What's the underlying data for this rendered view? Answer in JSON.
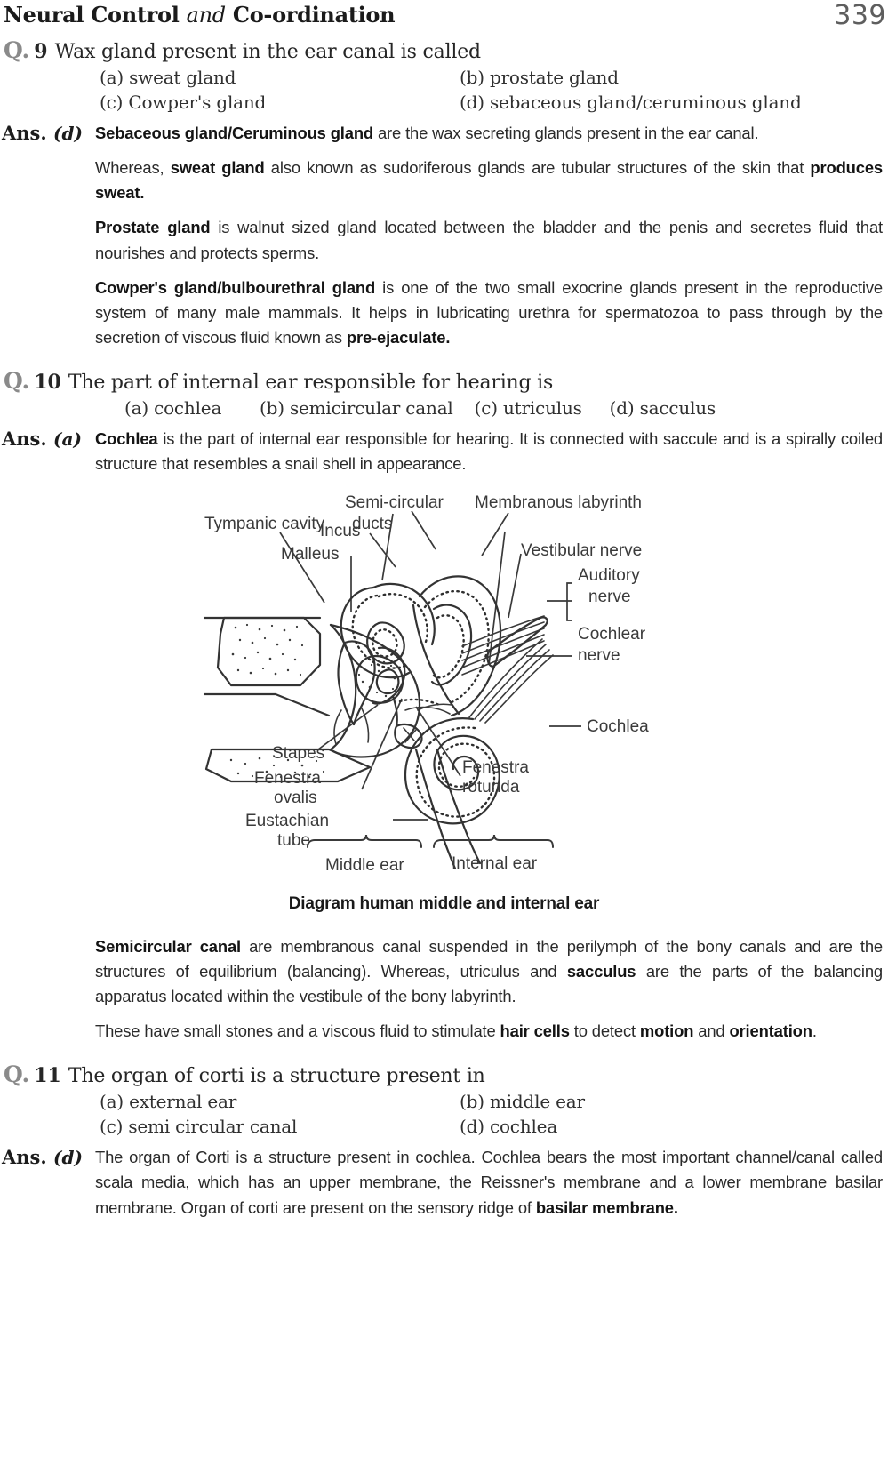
{
  "header": {
    "title_main": "Neural Control",
    "title_italic": "and",
    "title_tail": "Co-ordination",
    "page_number": "339"
  },
  "questions": [
    {
      "tag": "Q.",
      "number": "9",
      "text": "Wax gland present in the ear canal is called",
      "layout": "two-column",
      "options": [
        "(a) sweat gland",
        "(b) prostate gland",
        "(c) Cowper's gland",
        "(d) sebaceous gland/ceruminous gland"
      ],
      "answer": {
        "label": "Ans.",
        "key": "(d)",
        "paragraphs": [
          [
            {
              "t": "Sebaceous gland/Ceruminous gland",
              "b": true
            },
            {
              "t": " are the wax secreting glands present in the ear canal.",
              "b": false
            }
          ],
          [
            {
              "t": "Whereas, ",
              "b": false
            },
            {
              "t": "sweat gland",
              "b": true
            },
            {
              "t": " also known as sudoriferous glands are tubular structures of the skin that ",
              "b": false
            },
            {
              "t": "produces sweat.",
              "b": true
            }
          ],
          [
            {
              "t": "Prostate gland",
              "b": true
            },
            {
              "t": " is walnut sized gland located between the bladder and the penis and secretes fluid that nourishes and protects sperms.",
              "b": false
            }
          ],
          [
            {
              "t": "Cowper's gland/bulbourethral gland",
              "b": true
            },
            {
              "t": " is one of the two small exocrine glands present in the reproductive system of many male mammals. It helps in lubricating urethra for spermatozoa to pass through by the secretion of viscous fluid known as ",
              "b": false
            },
            {
              "t": "pre-ejaculate.",
              "b": true
            }
          ]
        ]
      }
    },
    {
      "tag": "Q.",
      "number": "10",
      "text": "The part of internal ear responsible for hearing is",
      "layout": "inline",
      "options": [
        "(a) cochlea",
        "(b) semicircular canal",
        "(c) utriculus",
        "(d) sacculus"
      ],
      "answer": {
        "label": "Ans.",
        "key": "(a)",
        "paragraphs": [
          [
            {
              "t": "Cochlea",
              "b": true
            },
            {
              "t": " is the part of internal ear responsible for hearing. It is connected with saccule and is a spirally coiled structure that resembles a snail shell in appearance.",
              "b": false
            }
          ]
        ],
        "paragraphs_after_figure": [
          [
            {
              "t": "Semicircular canal",
              "b": true
            },
            {
              "t": " are membranous canal suspended in the perilymph of the bony canals and are the structures of equilibrium (balancing). Whereas, utriculus and ",
              "b": false
            },
            {
              "t": "sacculus",
              "b": true
            },
            {
              "t": " are the parts of the balancing apparatus located within the vestibule of the bony labyrinth.",
              "b": false
            }
          ],
          [
            {
              "t": "These have small stones and a viscous fluid to stimulate ",
              "b": false
            },
            {
              "t": "hair cells",
              "b": true
            },
            {
              "t": " to detect ",
              "b": false
            },
            {
              "t": "motion",
              "b": true
            },
            {
              "t": " and ",
              "b": false
            },
            {
              "t": "orientation",
              "b": true
            },
            {
              "t": ".",
              "b": false
            }
          ]
        ]
      }
    },
    {
      "tag": "Q.",
      "number": "11",
      "text": "The organ of corti is a structure present in",
      "layout": "two-column",
      "options": [
        "(a) external ear",
        "(b) middle ear",
        "(c) semi circular canal",
        "(d) cochlea"
      ],
      "answer": {
        "label": "Ans.",
        "key": "(d)",
        "paragraphs": [
          [
            {
              "t": "The organ of Corti is a structure present in cochlea. Cochlea bears the most important channel/canal called scala media, which has an upper membrane, the Reissner's membrane and a lower membrane basilar membrane. Organ of corti are present on the sensory ridge of ",
              "b": false
            },
            {
              "t": "basilar membrane.",
              "b": true
            }
          ]
        ]
      }
    }
  ],
  "figure": {
    "caption": "Diagram human middle and internal ear",
    "labels": {
      "tympanic_cavity": "Tympanic cavity",
      "semicircular_ducts_line1": "Semi-circular",
      "semicircular_ducts_line2": "ducts",
      "membranous_labyrinth": "Membranous labyrinth",
      "incus": "Incus",
      "malleus": "Malleus",
      "vestibular_nerve": "Vestibular nerve",
      "auditory_nerve_line1": "Auditory",
      "auditory_nerve_line2": "nerve",
      "cochlear_nerve_line1": "Cochlear",
      "cochlear_nerve_line2": "nerve",
      "cochlea": "Cochlea",
      "stapes": "Stapes",
      "fenestra_ovalis_line1": "Fenestra",
      "fenestra_ovalis_line2": "ovalis",
      "fenestra_rotunda_line1": "Fenestra",
      "fenestra_rotunda_line2": "rotunda",
      "eustachian_tube_line1": "Eustachian",
      "eustachian_tube_line2": "tube",
      "middle_ear": "Middle ear",
      "internal_ear": "Internal ear"
    }
  },
  "colors": {
    "text": "#2a2a2a",
    "heading": "#1b1b1b",
    "q_tag": "#8a8a8a",
    "page_number": "#5e5e5e",
    "line_art": "#333333"
  }
}
